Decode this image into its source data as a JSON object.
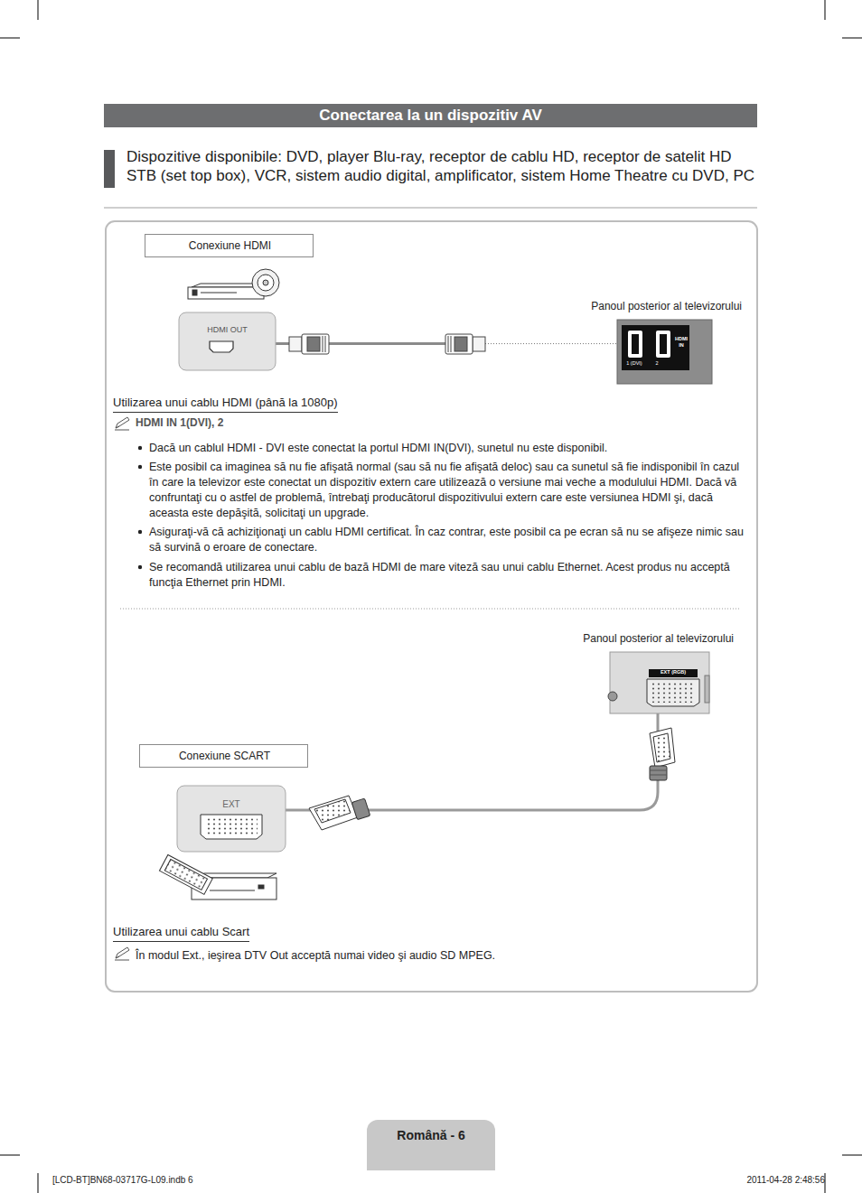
{
  "diagram": {
    "title": "Conectarea la un dispozitiv AV",
    "nodes": [
      {
        "text": [
          "Conexiune HDMI"
        ]
      },
      {
        "text": [
          "HDMI OUT"
        ]
      },
      {
        "text": [
          "Panoul posterior al televizorului",
          "HDMI IN",
          "1 (DVI)",
          "2"
        ]
      },
      {
        "text": [
          "Conexiune SCART"
        ]
      },
      {
        "text": [
          "EXT"
        ]
      },
      {
        "text": [
          "Panoul posterior al televizorului",
          "EXT (RGB)"
        ]
      },
      {
        "text": [
          "Română - 6"
        ]
      }
    ],
    "edges": [
      {
        "from": 1,
        "to": 2,
        "arrow": "none"
      },
      {
        "from": 4,
        "to": 5,
        "arrow": "none"
      }
    ],
    "labels": [
      "Dispozitive disponibile: DVD, player Blu-ray, receptor de cablu HD, receptor de satelit HD STB (set top box), VCR, sistem audio digital, amplificator, sistem Home Theatre cu DVD, PC",
      "Utilizarea unui cablu HDMI (până la 1080p)",
      "HDMI IN 1(DVI), 2",
      "Dacă un cablul HDMI - DVI este conectat la portul HDMI IN(DVI), sunetul nu este disponibil.",
      "Este posibil ca imaginea să nu fie afişată normal (sau să nu fie afişată deloc) sau ca sunetul să fie indisponibil în cazul în care la televizor este conectat un dispozitiv extern care utilizează o versiune mai veche a modulului HDMI. Dacă vă confruntaţi cu o astfel de problemă, întrebaţi producătorul dispozitivului extern care este versiunea HDMI şi, dacă aceasta este depăşită, solicitaţi un upgrade.",
      "Asiguraţi-vă că achiziţionaţi un cablu HDMI certificat. În caz contrar, este posibil ca pe ecran să nu se afişeze nimic sau să survină o eroare de conectare.",
      "Se recomandă utilizarea unui cablu de bază HDMI de mare viteză sau unui cablu Ethernet. Acest produs nu acceptă funcţia Ethernet prin HDMI.",
      "Utilizarea unui cablu Scart",
      "În modul Ext., ieşirea DTV Out acceptă numai video şi audio SD MPEG.",
      "[LCD-BT]BN68-03717G-L09.indb 6",
      "2011-04-28 2:48:56"
    ]
  }
}
